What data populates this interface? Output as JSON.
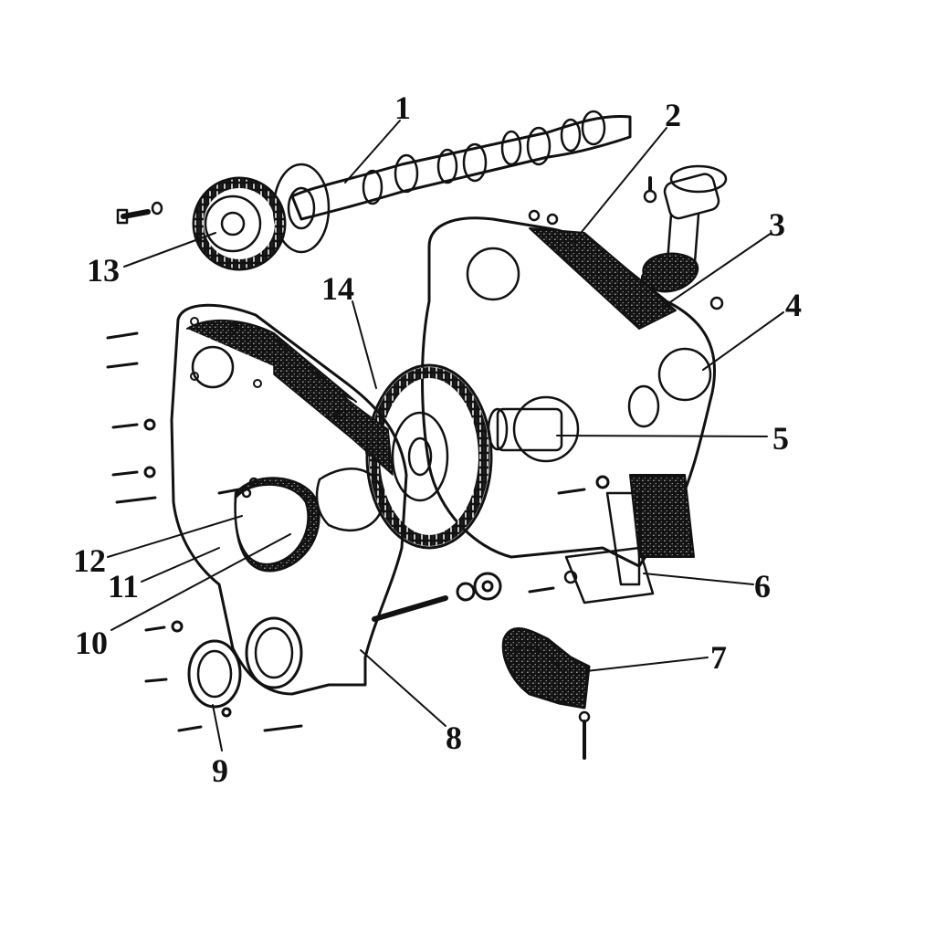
{
  "diagram": {
    "callouts": [
      {
        "id": "1",
        "label": "1"
      },
      {
        "id": "2",
        "label": "2"
      },
      {
        "id": "3",
        "label": "3"
      },
      {
        "id": "4",
        "label": "4"
      },
      {
        "id": "5",
        "label": "5"
      },
      {
        "id": "6",
        "label": "6"
      },
      {
        "id": "7",
        "label": "7"
      },
      {
        "id": "8",
        "label": "8"
      },
      {
        "id": "9",
        "label": "9"
      },
      {
        "id": "10",
        "label": "10"
      },
      {
        "id": "11",
        "label": "11"
      },
      {
        "id": "12",
        "label": "12"
      },
      {
        "id": "13",
        "label": "13"
      },
      {
        "id": "14",
        "label": "14"
      }
    ],
    "colors": {
      "ink": "#111111",
      "paper": "#ffffff",
      "gasket_fill": "#6e6e6e"
    }
  }
}
